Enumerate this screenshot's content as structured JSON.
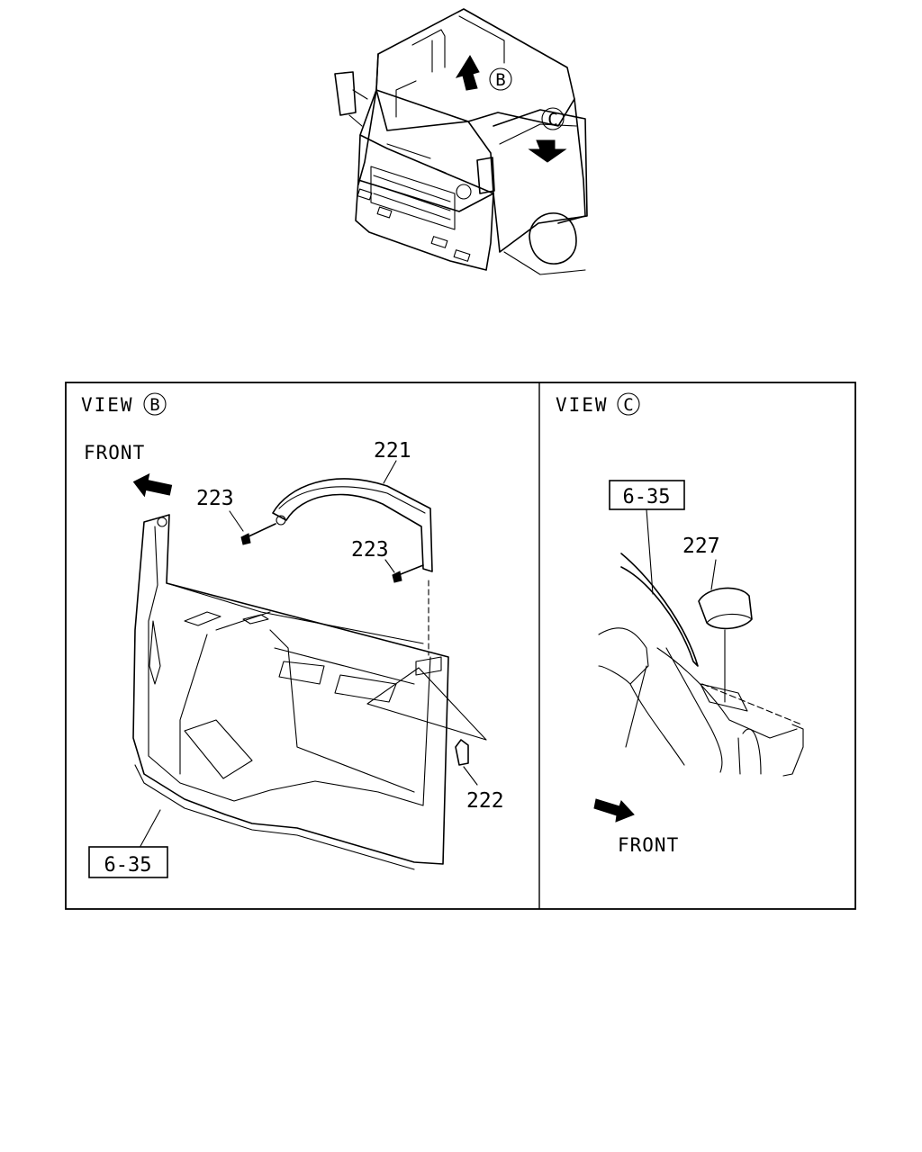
{
  "top_view": {
    "callout_b": "B",
    "callout_c": "C"
  },
  "view_b": {
    "title": "VIEW",
    "circle": "B",
    "front": "FRONT",
    "parts": {
      "p221": "221",
      "p223a": "223",
      "p223b": "223",
      "p222": "222"
    },
    "ref": "6-35"
  },
  "view_c": {
    "title": "VIEW",
    "circle": "C",
    "front": "FRONT",
    "parts": {
      "p227": "227"
    },
    "ref": "6-35"
  }
}
